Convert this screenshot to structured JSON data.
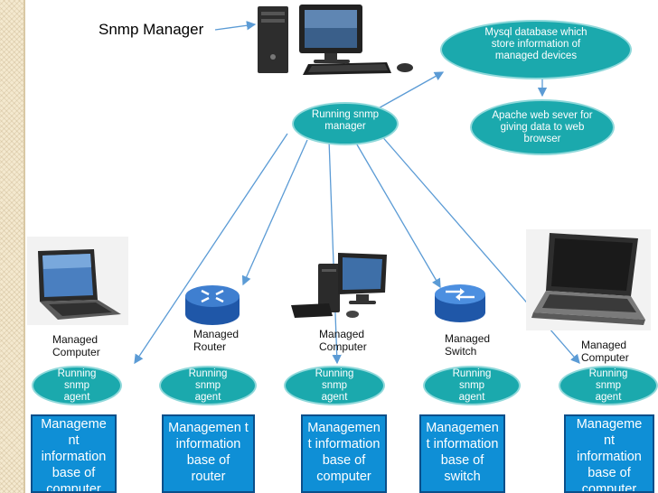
{
  "title": "Snmp Manager",
  "manager_label": "Running snmp manager",
  "database_label": "Mysql database which store information of managed devices",
  "apache_label": "Apache web sever for giving data to web browser",
  "devices": [
    {
      "label": "Managed Computer",
      "agent": "Running snmp agent",
      "mib": "Manageme nt information base of computer",
      "icon": "laptop-icon"
    },
    {
      "label": "Managed Router",
      "agent": "Running snmp agent",
      "mib": "Managemen t information base of router",
      "icon": "router-icon"
    },
    {
      "label": "Managed Computer",
      "agent": "Running snmp agent",
      "mib": "Managemen t information base of computer",
      "icon": "desktop-computer-icon"
    },
    {
      "label": "Managed Switch",
      "agent": "Running snmp agent",
      "mib": "Managemen t information base of switch",
      "icon": "switch-icon"
    },
    {
      "label": "Managed Computer",
      "agent": "Running snmp agent",
      "mib": "Manageme nt information base of computer",
      "icon": "laptop-icon"
    }
  ],
  "colors": {
    "ellipse": "#1ba9ad",
    "ellipse_border": "#8fd8da",
    "mib_box": "#0f8fd6",
    "mib_border": "#0b4f8a",
    "arrow": "#5b9bd5",
    "stripe": "#f4e9cf"
  }
}
